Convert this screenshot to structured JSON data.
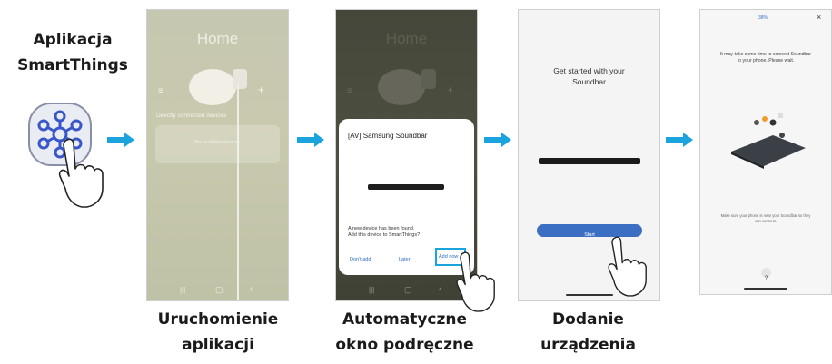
{
  "app_label": {
    "line1": "Aplikacja",
    "line2": "SmartThings"
  },
  "steps": [
    {
      "line1": "Uruchomienie",
      "line2": "aplikacji"
    },
    {
      "line1": "Automatyczne",
      "line2": "okno podręczne"
    },
    {
      "line1": "Dodanie",
      "line2": "urządzenia"
    }
  ],
  "screen1": {
    "title": "Home",
    "section": "Directly connected devices",
    "empty_text": "No available devices"
  },
  "screen2": {
    "bg_title": "Home",
    "popup_title": "[AV] Samsung Soundbar",
    "message_line1": "A new device has been found.",
    "message_line2": "Add this device to SmartThings?",
    "dont_add": "Don't add",
    "later": "Later",
    "add_now": "Add now"
  },
  "screen3": {
    "heading_line1": "Get started with your",
    "heading_line2": "Soundbar",
    "start": "Start"
  },
  "screen4": {
    "progress": "38%",
    "close": "×",
    "message_line1": "It may take some time to connect Soundbar",
    "message_line2": "to your phone. Please wait.",
    "hint_line1": "Make sure your phone is near your Soundbar so they",
    "hint_line2": "can connect.",
    "help": "?"
  },
  "colors": {
    "arrow": "#1aa3dd",
    "highlight": "#1aa3dd",
    "start_button": "#3a6fc3"
  }
}
